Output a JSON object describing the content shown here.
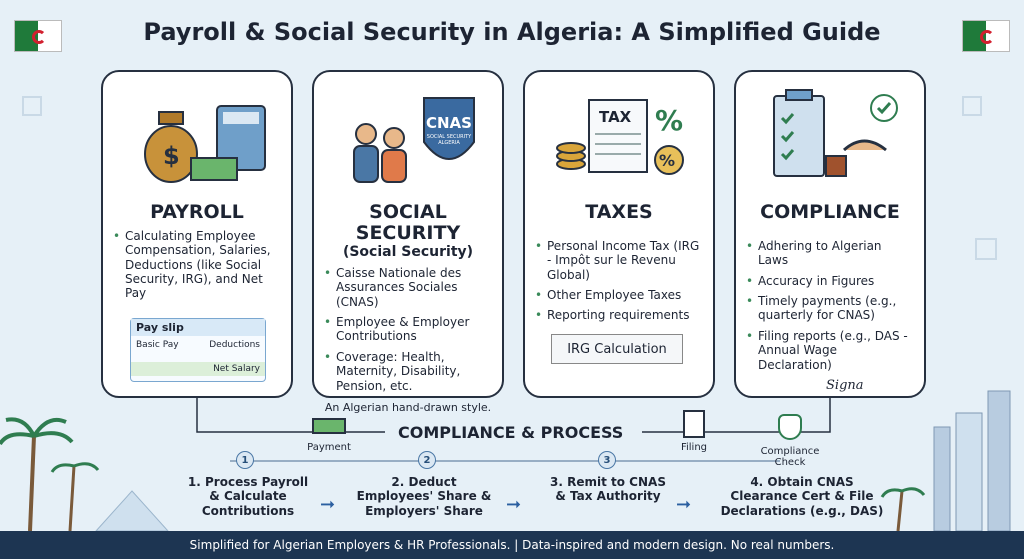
{
  "title": "Payroll & Social Security in Algeria: A Simplified Guide",
  "cards": [
    {
      "heading": "PAYROLL",
      "subheading": "",
      "bullets": [
        "Calculating Employee Compensation, Salaries, Deductions (like Social Security, IRG), and Net Pay"
      ],
      "payslip": {
        "title": "Pay slip",
        "basic": "Basic Pay",
        "deductions": "Deductions",
        "net": "Net Salary"
      }
    },
    {
      "heading": "SOCIAL SECURITY",
      "subheading": "(Social Security)",
      "badge": "CNAS",
      "badge_sub": "SOCIAL SECURITY ALGERIA",
      "bullets": [
        "Caisse Nationale des Assurances Sociales (CNAS)",
        "Employee & Employer Contributions",
        "Coverage: Health, Maternity, Disability, Pension, etc."
      ],
      "note": "An Algerian hand-drawn style."
    },
    {
      "heading": "TAXES",
      "subheading": "",
      "doc_label": "TAX",
      "bullets": [
        "Personal Income Tax (IRG - Impôt sur le Revenu Global)",
        "Other Employee Taxes",
        "Reporting requirements"
      ],
      "irg_box": "IRG Calculation"
    },
    {
      "heading": "COMPLIANCE",
      "subheading": "",
      "bullets": [
        "Adhering to Algerian Laws",
        "Accuracy in Figures",
        "Timely payments (e.g., quarterly for CNAS)",
        "Filing reports (e.g., DAS - Annual Wage Declaration)"
      ],
      "signature": "Signa"
    }
  ],
  "process": {
    "title": "COMPLIANCE & PROCESS",
    "payment_label": "Payment",
    "filing_label": "Filing",
    "check_label": "Compliance Check",
    "steps": [
      {
        "num": "1",
        "label": "1. Process Payroll & Calculate Contributions"
      },
      {
        "num": "2",
        "label": "2. Deduct Employees' Share & Employers' Share"
      },
      {
        "num": "3",
        "label": "3. Remit to CNAS & Tax Authority"
      },
      {
        "label": "4. Obtain CNAS Clearance Cert & File Declarations (e.g., DAS)"
      }
    ]
  },
  "footer": "Simplified for Algerian Employers & HR Professionals. | Data-inspired and modern design. No real numbers.",
  "colors": {
    "dark": "#1d2433",
    "green": "#1f7a3a",
    "red": "#d2202f",
    "blue": "#2b5fa0",
    "footer": "#1d3552"
  }
}
